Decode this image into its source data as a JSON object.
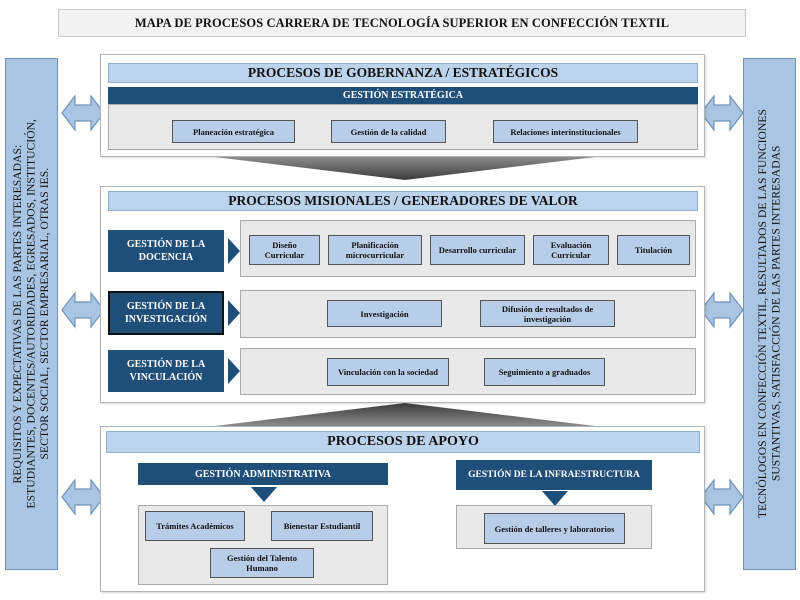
{
  "title": "MAPA DE PROCESOS CARRERA DE TECNOLOGÍA SUPERIOR EN CONFECCIÓN TEXTIL",
  "left_panel": {
    "lines": [
      "REQUISITOS Y EXPECTATIVAS DE LAS PARTES INTERESADAS:",
      "ESTUDIANTES, DOCENTES/AUTORIDADES, EGRESADOS, INSTITUCIÓN,",
      "SECTOR SOCIAL, SECTOR EMPRESARIAL, OTRAS IES."
    ]
  },
  "right_panel": {
    "lines": [
      "TECNÓLOGOS EN CONFECCIÓN TEXTIL, RESULTADOS DE LAS FUNCIONES",
      "SUSTANTIVAS, SATISFACCIÓN DE LAS PARTES INTERESADAS"
    ]
  },
  "strategic": {
    "header": "PROCESOS  DE GOBERNANZA / ESTRATÉGICOS",
    "band": "GESTIÓN ESTRATÉGICA",
    "items": [
      "Planeación estratégica",
      "Gestión de la calidad",
      "Relaciones interinstitucionales"
    ]
  },
  "missional": {
    "header": "PROCESOS MISIONALES / GENERADORES DE VALOR",
    "rows": [
      {
        "label": "GESTIÓN DE LA DOCENCIA",
        "items": [
          "Diseño Curricular",
          "Planificación microcurricular",
          "Desarrollo curricular",
          "Evaluación Curricular",
          "Titulación"
        ]
      },
      {
        "label": "GESTIÓN DE LA INVESTIGACIÓN",
        "items": [
          "Investigación",
          "Difusión de resultados de investigación"
        ]
      },
      {
        "label": "GESTIÓN DE LA VINCULACIÓN",
        "items": [
          "Vinculación con la sociedad",
          "Seguimiento a graduados"
        ]
      }
    ]
  },
  "support": {
    "header": "PROCESOS DE APOYO",
    "admin": {
      "band": "GESTIÓN ADMINISTRATIVA",
      "items": [
        "Trámites Académicos",
        "Bienestar Estudiantil",
        "Gestión del Talento Humano"
      ]
    },
    "infra": {
      "band": "GESTIÓN DE LA INFRAESTRUCTURA",
      "items": [
        "Gestión de talleres y laboratorios"
      ]
    }
  },
  "colors": {
    "dark_blue": "#1f4e79",
    "light_blue": "#bcd3ec",
    "pill_blue": "#b7cde8",
    "side_blue": "#a9c5e3",
    "gray_panel": "#e9e9e9",
    "funnel_gray": "#555555"
  },
  "icons": [
    "double-arrow-icon",
    "funnel-triangle-icon",
    "chevron-right-icon",
    "triangle-down-icon"
  ]
}
